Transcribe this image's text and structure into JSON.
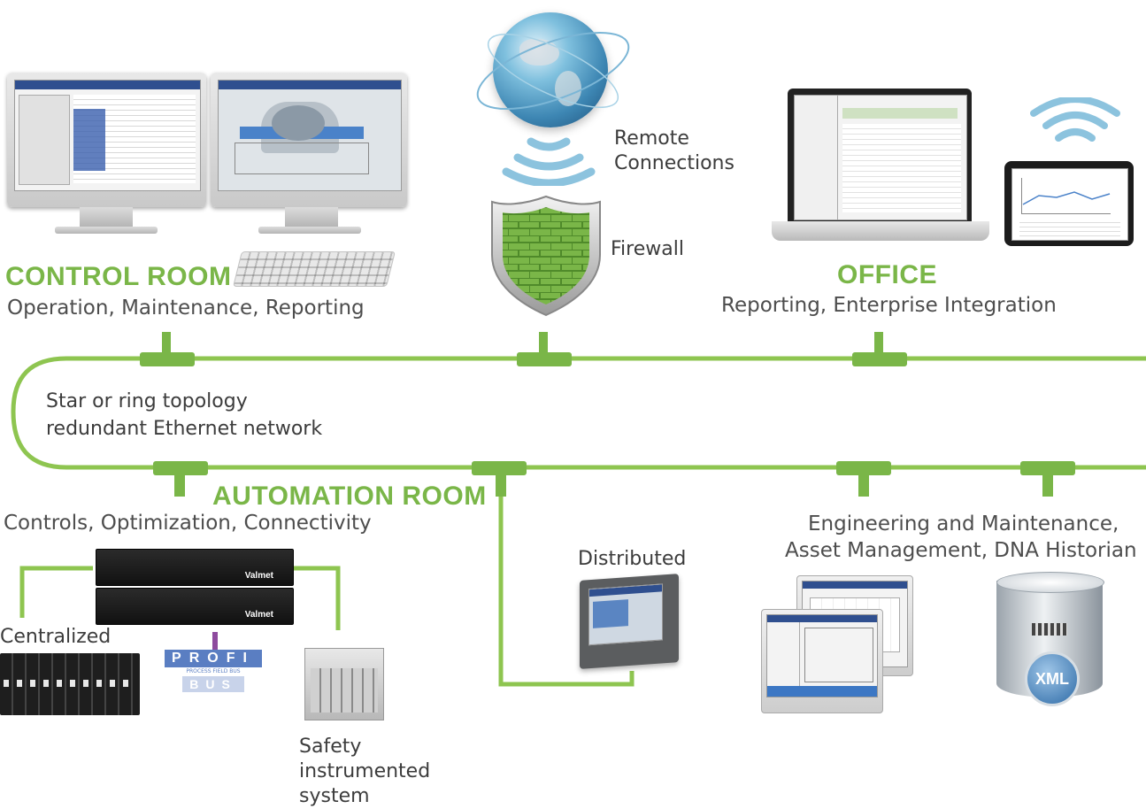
{
  "control_room": {
    "title": "CONTROL ROOM",
    "subtitle": "Operation, Maintenance, Reporting"
  },
  "office": {
    "title": "OFFICE",
    "subtitle": "Reporting, Enterprise Integration"
  },
  "remote": {
    "line1": "Remote",
    "line2": "Connections"
  },
  "firewall": {
    "label": "Firewall"
  },
  "network": {
    "line1": "Star or ring topology",
    "line2": "redundant Ethernet network"
  },
  "automation_room": {
    "title": "AUTOMATION ROOM",
    "subtitle": "Controls, Optimization, Connectivity"
  },
  "centralized": {
    "label": "Centralized"
  },
  "profibus": {
    "top": "PROFI",
    "bottom": "BUS",
    "caption": "PROCESS FIELD BUS"
  },
  "safety": {
    "line1": "Safety",
    "line2": "instrumented",
    "line3": "system"
  },
  "distributed": {
    "label": "Distributed"
  },
  "engineering": {
    "line1": "Engineering and Maintenance,",
    "line2": "Asset Management, DNA Historian"
  },
  "xml": {
    "label": "XML"
  },
  "rack_brand": "Valmet",
  "colors": {
    "accent": "#7ab648",
    "line": "#8cc04a",
    "text": "#4d4d4d"
  }
}
